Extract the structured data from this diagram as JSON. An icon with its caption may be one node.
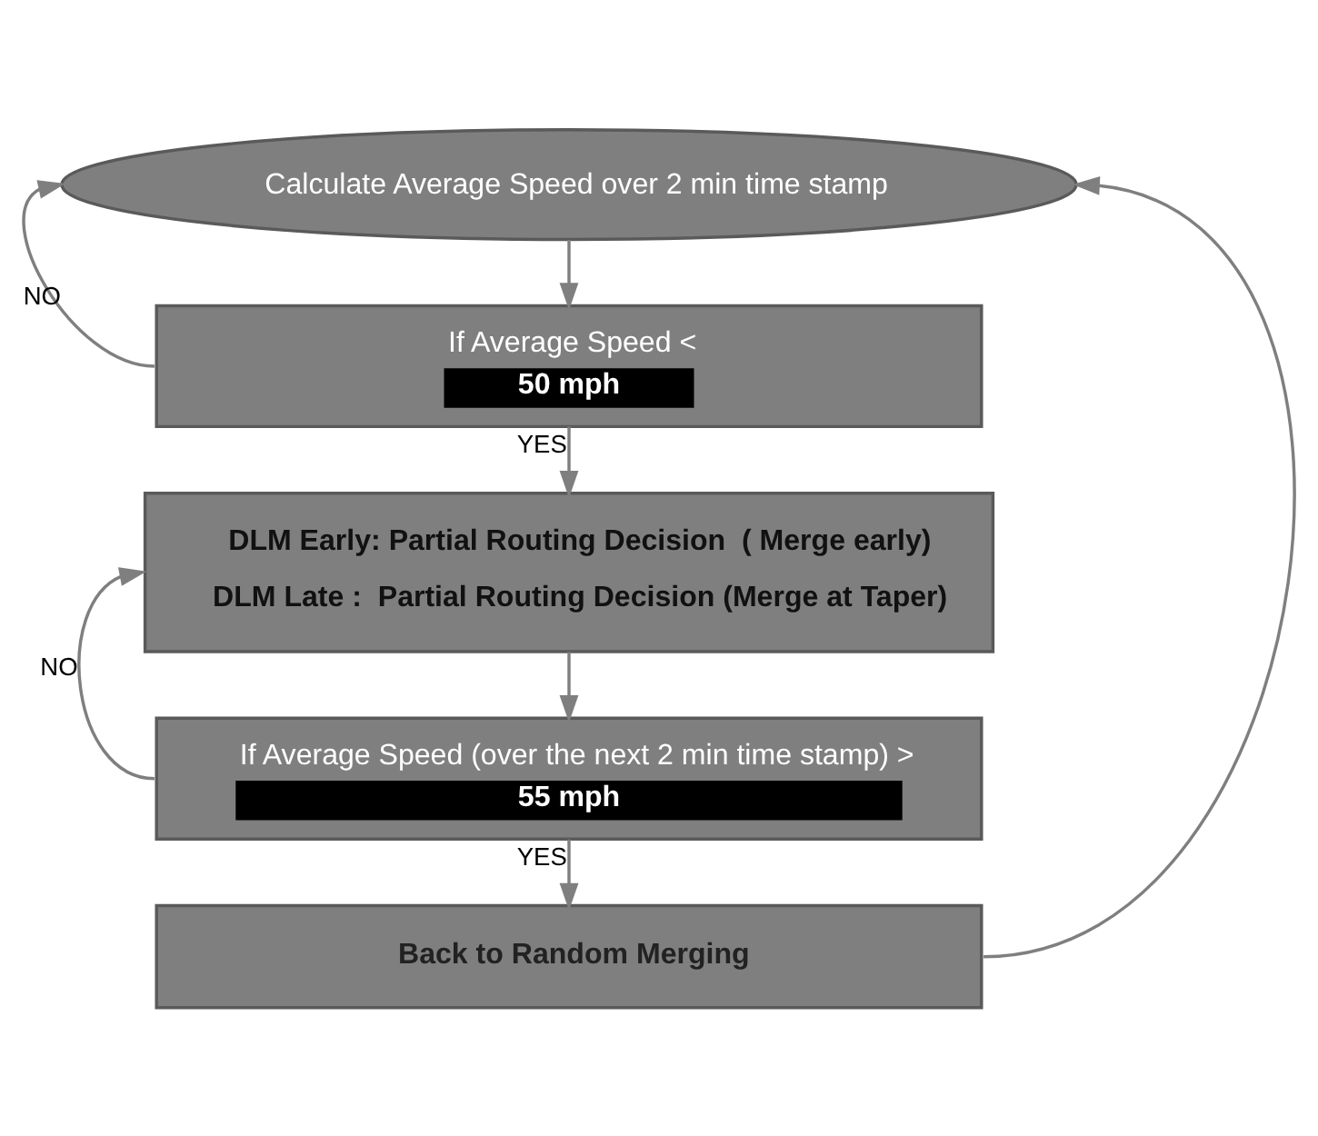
{
  "diagram": {
    "nodes": [
      {
        "text": [
          "Calculate Average Speed over 2 min time stamp"
        ]
      },
      {
        "text": [
          "If Average Speed <",
          "50 mph"
        ]
      },
      {
        "text": [
          "DLM Early: Partial Routing Decision  ( Merge early)",
          "DLM Late :  Partial Routing Decision (Merge at Taper)"
        ]
      },
      {
        "text": [
          "If Average Speed (over the next 2 min time stamp) >",
          "55 mph"
        ]
      },
      {
        "text": [
          "Back to Random Merging"
        ]
      }
    ],
    "edges": [
      {
        "from": 0,
        "to": 1,
        "arrow": "to"
      },
      {
        "from": 1,
        "to": 0,
        "arrow": "to",
        "label": "NO"
      },
      {
        "from": 1,
        "to": 2,
        "arrow": "to",
        "label": "YES"
      },
      {
        "from": 2,
        "to": 3,
        "arrow": "to"
      },
      {
        "from": 3,
        "to": 2,
        "arrow": "to",
        "label": "NO"
      },
      {
        "from": 3,
        "to": 4,
        "arrow": "to",
        "label": "YES"
      },
      {
        "from": 4,
        "to": 0,
        "arrow": "to"
      }
    ]
  }
}
